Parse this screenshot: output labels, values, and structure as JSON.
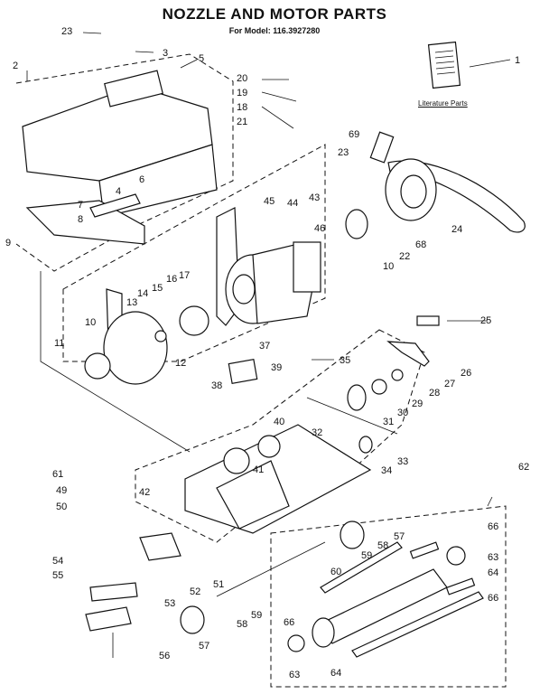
{
  "header": {
    "title": "NOZZLE AND MOTOR PARTS",
    "model": "For Model: 116.3927280"
  },
  "literature_label": "Literature Parts",
  "callouts": [
    "1",
    "2",
    "3",
    "4",
    "5",
    "6",
    "7",
    "8",
    "9",
    "10",
    "10",
    "11",
    "12",
    "13",
    "14",
    "15",
    "16",
    "17",
    "18",
    "19",
    "20",
    "21",
    "22",
    "23",
    "23",
    "24",
    "25",
    "26",
    "27",
    "28",
    "29",
    "30",
    "31",
    "32",
    "33",
    "34",
    "35",
    "37",
    "38",
    "39",
    "40",
    "41",
    "42",
    "43",
    "44",
    "45",
    "46",
    "49",
    "50",
    "51",
    "52",
    "53",
    "54",
    "55",
    "56",
    "57",
    "57",
    "58",
    "58",
    "59",
    "59",
    "60",
    "61",
    "62",
    "63",
    "63",
    "64",
    "64",
    "66",
    "66",
    "66",
    "68",
    "69"
  ]
}
